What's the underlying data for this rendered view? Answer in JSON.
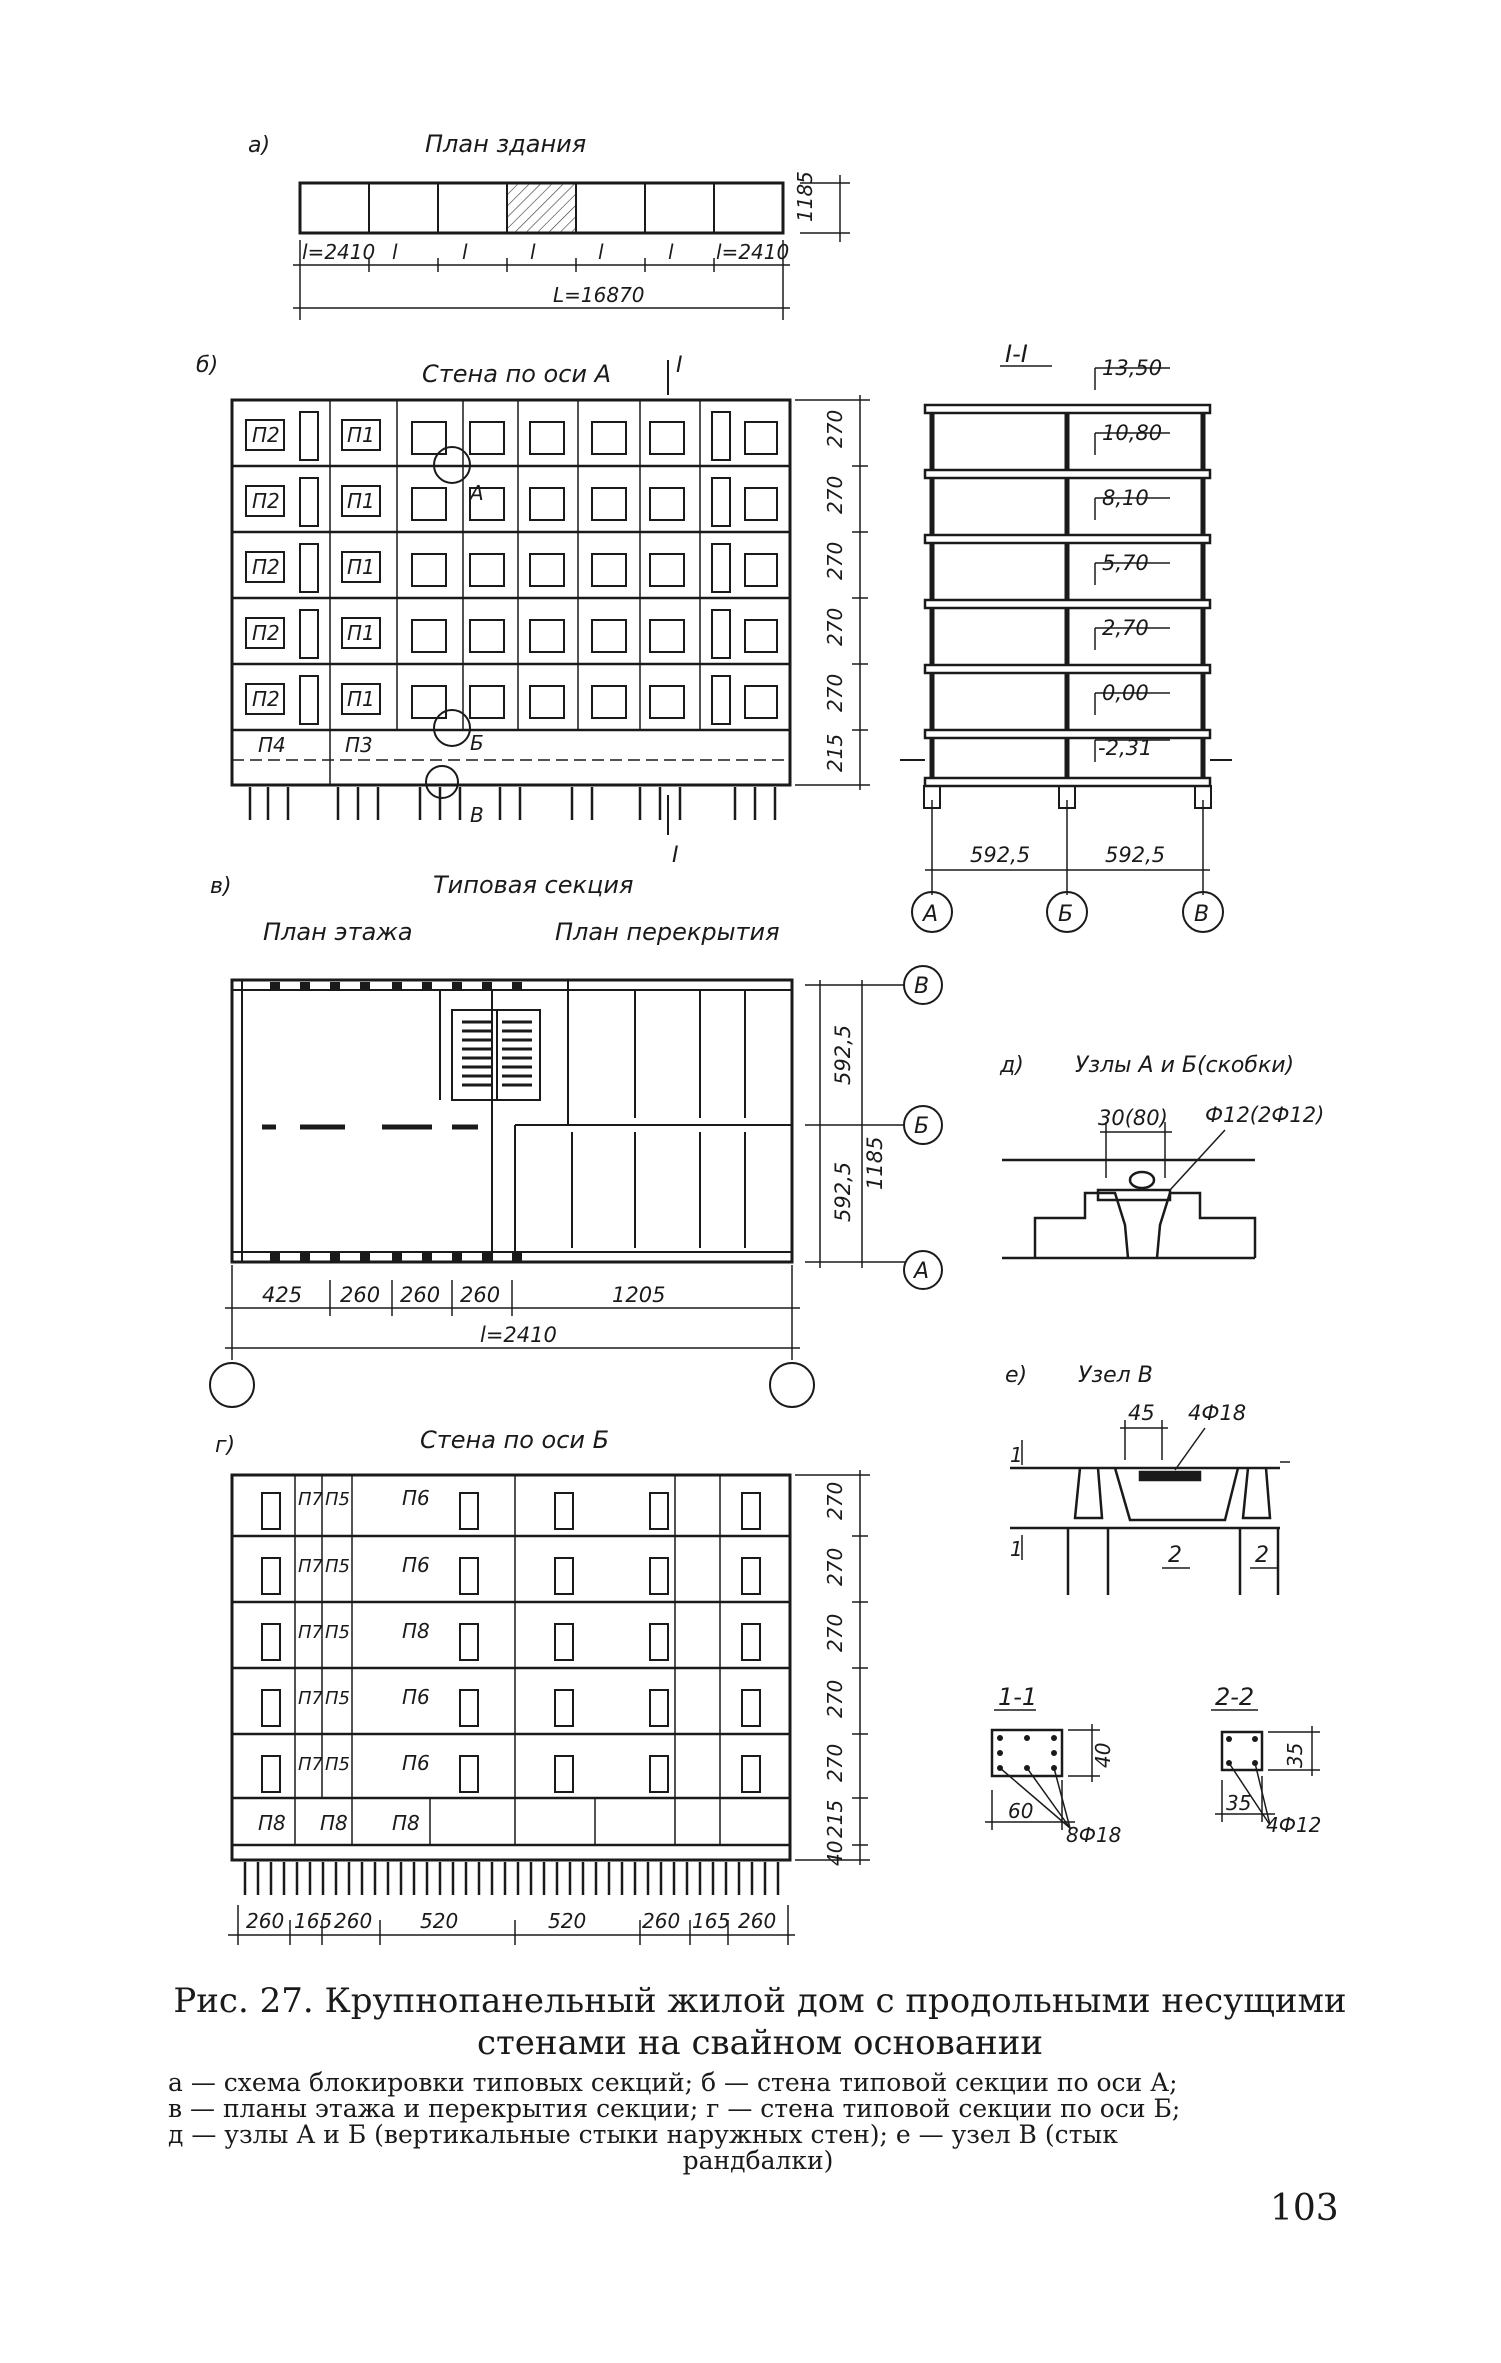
{
  "panel_a": {
    "letter": "а)",
    "title": "План здания",
    "width_label": "1185",
    "bay_labels": [
      "l=2410",
      "l",
      "l",
      "l",
      "l",
      "l",
      "l=2410"
    ],
    "total_label": "L=16870"
  },
  "panel_b": {
    "letter": "б)",
    "title": "Стена по оси А",
    "section_mark_top": "I",
    "section_mark_bottom": "I",
    "panel_labels": [
      "П2",
      "П1",
      "П2",
      "П1",
      "П2",
      "П1",
      "П2",
      "П1",
      "П2",
      "П1"
    ],
    "base_labels": [
      "П4",
      "П3"
    ],
    "node_labels": [
      "А",
      "Б",
      "В"
    ],
    "floor_heights": [
      "270",
      "270",
      "270",
      "270",
      "270",
      "215"
    ]
  },
  "section": {
    "title": "I-I",
    "levels": [
      "13,50",
      "10,80",
      "8,10",
      "5,70",
      "2,70",
      "0,00",
      "-2,31"
    ],
    "spans": [
      "592,5",
      "592,5"
    ],
    "axes": [
      "А",
      "Б",
      "В"
    ]
  },
  "panel_v": {
    "letter": "в)",
    "title": "Типовая секция",
    "left_title": "План этажа",
    "right_title": "План перекрытия",
    "axes": [
      "В",
      "Б",
      "А"
    ],
    "right_dims": [
      "592,5",
      "592,5",
      "1185"
    ],
    "bottom_dims": [
      "425",
      "260",
      "260",
      "260",
      "1205"
    ],
    "total_label": "l=2410"
  },
  "panel_d": {
    "letter": "д)",
    "title": "Узлы А и Б(скобки)",
    "dim": "30(80)",
    "rebar": "Ф12(2Ф12)"
  },
  "panel_e": {
    "letter": "е)",
    "title": "Узел В",
    "dim": "45",
    "rebar": "4Ф18",
    "marks": [
      "1",
      "1",
      "2",
      "2"
    ]
  },
  "section_11": {
    "title": "1-1",
    "height": "40",
    "width": "60",
    "rebar": "8Ф18"
  },
  "section_22": {
    "title": "2-2",
    "height": "35",
    "width": "35",
    "rebar": "4Ф12"
  },
  "panel_g": {
    "letter": "г)",
    "title": "Стена по оси Б",
    "row_labels": [
      [
        "П7",
        "П5",
        "П6"
      ],
      [
        "П7",
        "П5",
        "П6"
      ],
      [
        "П7",
        "П5",
        "П8"
      ],
      [
        "П7",
        "П5",
        "П6"
      ],
      [
        "П7",
        "П5",
        "П6"
      ]
    ],
    "base_labels": [
      "П8",
      "П8",
      "П8"
    ],
    "floor_heights": [
      "270",
      "270",
      "270",
      "270",
      "270",
      "215",
      "40"
    ],
    "bottom_dims": [
      "260",
      "165",
      "260",
      "520",
      "520",
      "260",
      "165",
      "260"
    ]
  },
  "caption": {
    "title_line1": "Рис. 27. Крупнопанельный жилой дом с продольными несущими",
    "title_line2": "стенами на свайном основании",
    "legend_line1": "а — схема блокировки типовых секций; б — стена типовой секции по оси А;",
    "legend_line2": "в — планы этажа и перекрытия секции; г — стена типовой секции по оси Б;",
    "legend_line3": "д — узлы А и Б (вертикальные стыки наружных стен); е — узел В (стык",
    "legend_line4": "рандбалки)"
  },
  "page_number": "103"
}
